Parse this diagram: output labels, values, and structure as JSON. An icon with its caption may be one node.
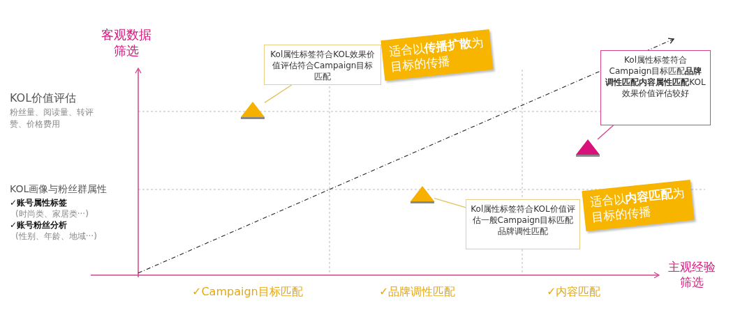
{
  "diagram": {
    "nodes": [
      {
        "text": [],
        "shape": "triangle"
      },
      {
        "text": [
          "Kol属性标签符合KOL效果价值评估符合Campaign目标匹配"
        ]
      },
      {
        "text": [],
        "shape": "triangle"
      },
      {
        "text": [
          "Kol属性标签符合KOL价值评估一般Campaign目标匹配品牌调性匹配"
        ]
      },
      {
        "text": [],
        "shape": "triangle"
      },
      {
        "text": [
          "Kol属性标签符合Campaign目标匹配**品牌调性匹配内容属性匹配**KOL效果价值评估较好"
        ]
      },
      {
        "text": [
          "适合以**传播扩散**为目标的传播"
        ]
      },
      {
        "text": [
          "适合以**内容匹配**为目标的传播"
        ]
      }
    ],
    "edges": [
      {
        "from": 1,
        "to": 0,
        "arrow": "none"
      },
      {
        "from": 3,
        "to": 2,
        "arrow": "none"
      },
      {
        "from": 5,
        "to": 4,
        "arrow": "none",
        "color": "#d6418a"
      }
    ],
    "labels": [
      "客观数据筛选",
      "KOL价值评估",
      "粉丝量、阅读量、转评赞、价格费用",
      "KOL画像与粉丝群属性",
      "✓账号属性标签",
      "(时尚类、家居类···)",
      "✓账号粉丝分析",
      "(性别、年龄、地域···)",
      "主观经验筛选",
      "✓Campaign目标匹配",
      "✓品牌调性匹配",
      "✓内容匹配"
    ]
  }
}
